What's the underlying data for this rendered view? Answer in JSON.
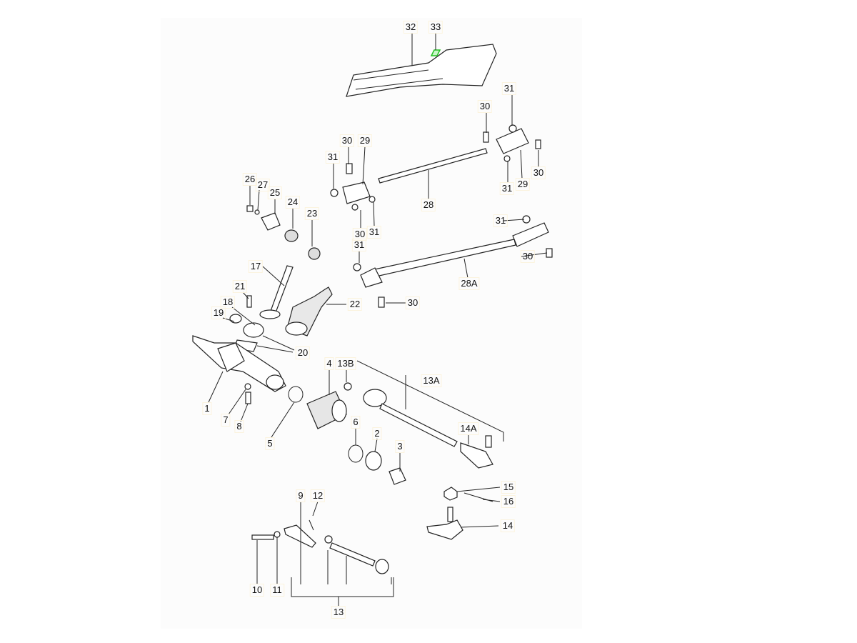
{
  "callouts": [
    "32",
    "33",
    "31",
    "30",
    "30",
    "31",
    "29",
    "30",
    "29",
    "31",
    "28",
    "30",
    "31",
    "31",
    "26",
    "27",
    "25",
    "24",
    "23",
    "31",
    "30",
    "28A",
    "30",
    "17",
    "21",
    "22",
    "18",
    "19",
    "20",
    "1",
    "7",
    "8",
    "5",
    "4",
    "13B",
    "13A",
    "6",
    "2",
    "3",
    "14A",
    "15",
    "16",
    "14",
    "9",
    "12",
    "10",
    "11",
    "13"
  ],
  "colors": {
    "highlight": "#22c022",
    "label_border": "#fbf3de",
    "panel": "#fcfcfc"
  }
}
